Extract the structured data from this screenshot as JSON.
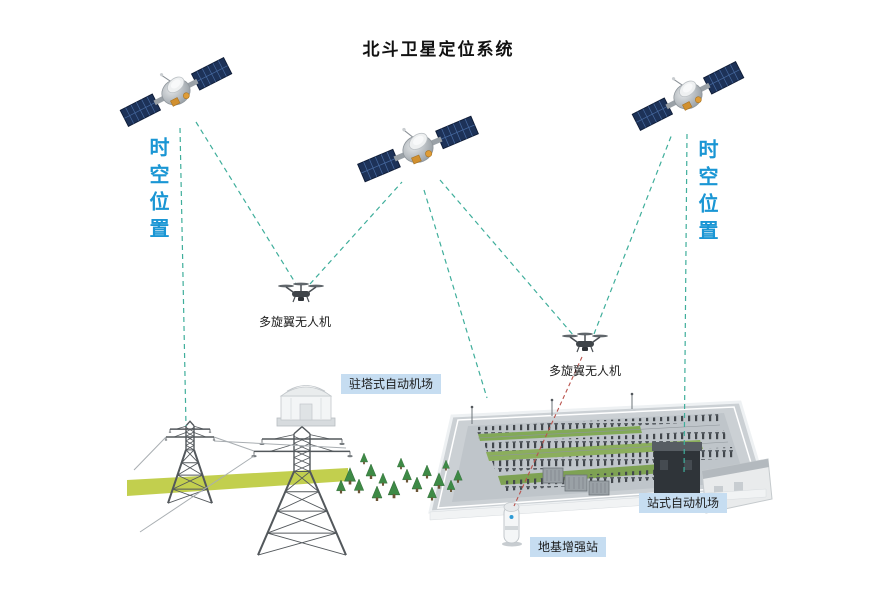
{
  "title": "北斗卫星定位系统",
  "labels": {
    "left_spacetime": "时空位置",
    "right_spacetime": "时空位置",
    "drone_left": "多旋翼无人机",
    "drone_right": "多旋翼无人机",
    "tower_airport": "驻塔式自动机场",
    "station_airport": "站式自动机场",
    "ground_augmentation": "地基增强站"
  },
  "icons": {
    "satellite": "beidou-satellite-icon",
    "drone": "multirotor-drone-icon",
    "transmission_tower": "transmission-tower-icon",
    "substation": "substation-yard-icon",
    "gnss_pillar": "ground-augmentation-pillar-icon",
    "tree": "tree-icon"
  },
  "colors": {
    "spacetime_text": "#1a96d4",
    "link_dashed": "#3fae9b",
    "red_dashed": "#b9524c",
    "tag_background": "#c6ddf1",
    "ground_strip": "#bfcc45",
    "solar_panel": "#1d3258",
    "title_text": "#111111"
  }
}
